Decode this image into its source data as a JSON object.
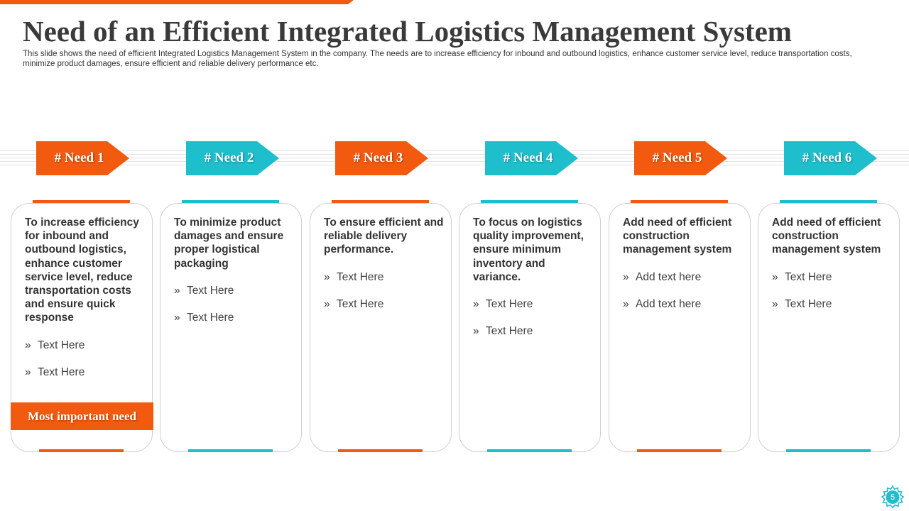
{
  "slide": {
    "title": "Need of an Efficient Integrated Logistics Management System",
    "subtitle": "This slide shows the need of efficient Integrated Logistics Management System in the company. The needs are to increase efficiency for inbound and outbound logistics, enhance customer service level, reduce transportation costs, minimize product damages, ensure efficient and reliable delivery performance etc.",
    "page_number": "5"
  },
  "colors": {
    "orange": "#F25A0F",
    "teal": "#1FBECC"
  },
  "needs": [
    {
      "label": "# Need 1",
      "heading": "To increase efficiency for inbound and outbound logistics, enhance customer service level, reduce transportation costs and ensure quick response",
      "bullets": [
        "Text Here",
        "Text Here"
      ],
      "badge": "Most important need",
      "accent": "orange"
    },
    {
      "label": "# Need 2",
      "heading": "To minimize product damages and ensure proper logistical packaging",
      "bullets": [
        "Text Here",
        "Text Here"
      ],
      "accent": "teal"
    },
    {
      "label": "# Need 3",
      "heading": "To ensure efficient and reliable delivery performance.",
      "bullets": [
        "Text Here",
        "Text Here"
      ],
      "accent": "orange"
    },
    {
      "label": "# Need 4",
      "heading": "To focus on logistics quality improvement, ensure minimum inventory and variance.",
      "bullets": [
        "Text Here",
        "Text Here"
      ],
      "accent": "teal"
    },
    {
      "label": "# Need 5",
      "heading": "Add need of efficient construction management system",
      "bullets": [
        "Add text here",
        "Add text here"
      ],
      "accent": "orange"
    },
    {
      "label": "# Need 6",
      "heading": "Add need of efficient construction management system",
      "bullets": [
        "Text Here",
        "Text Here"
      ],
      "accent": "teal"
    }
  ],
  "icons": {
    "bullet": "double-chevron-right-icon",
    "badge": "gear-icon"
  },
  "bullet_glyph": "»"
}
